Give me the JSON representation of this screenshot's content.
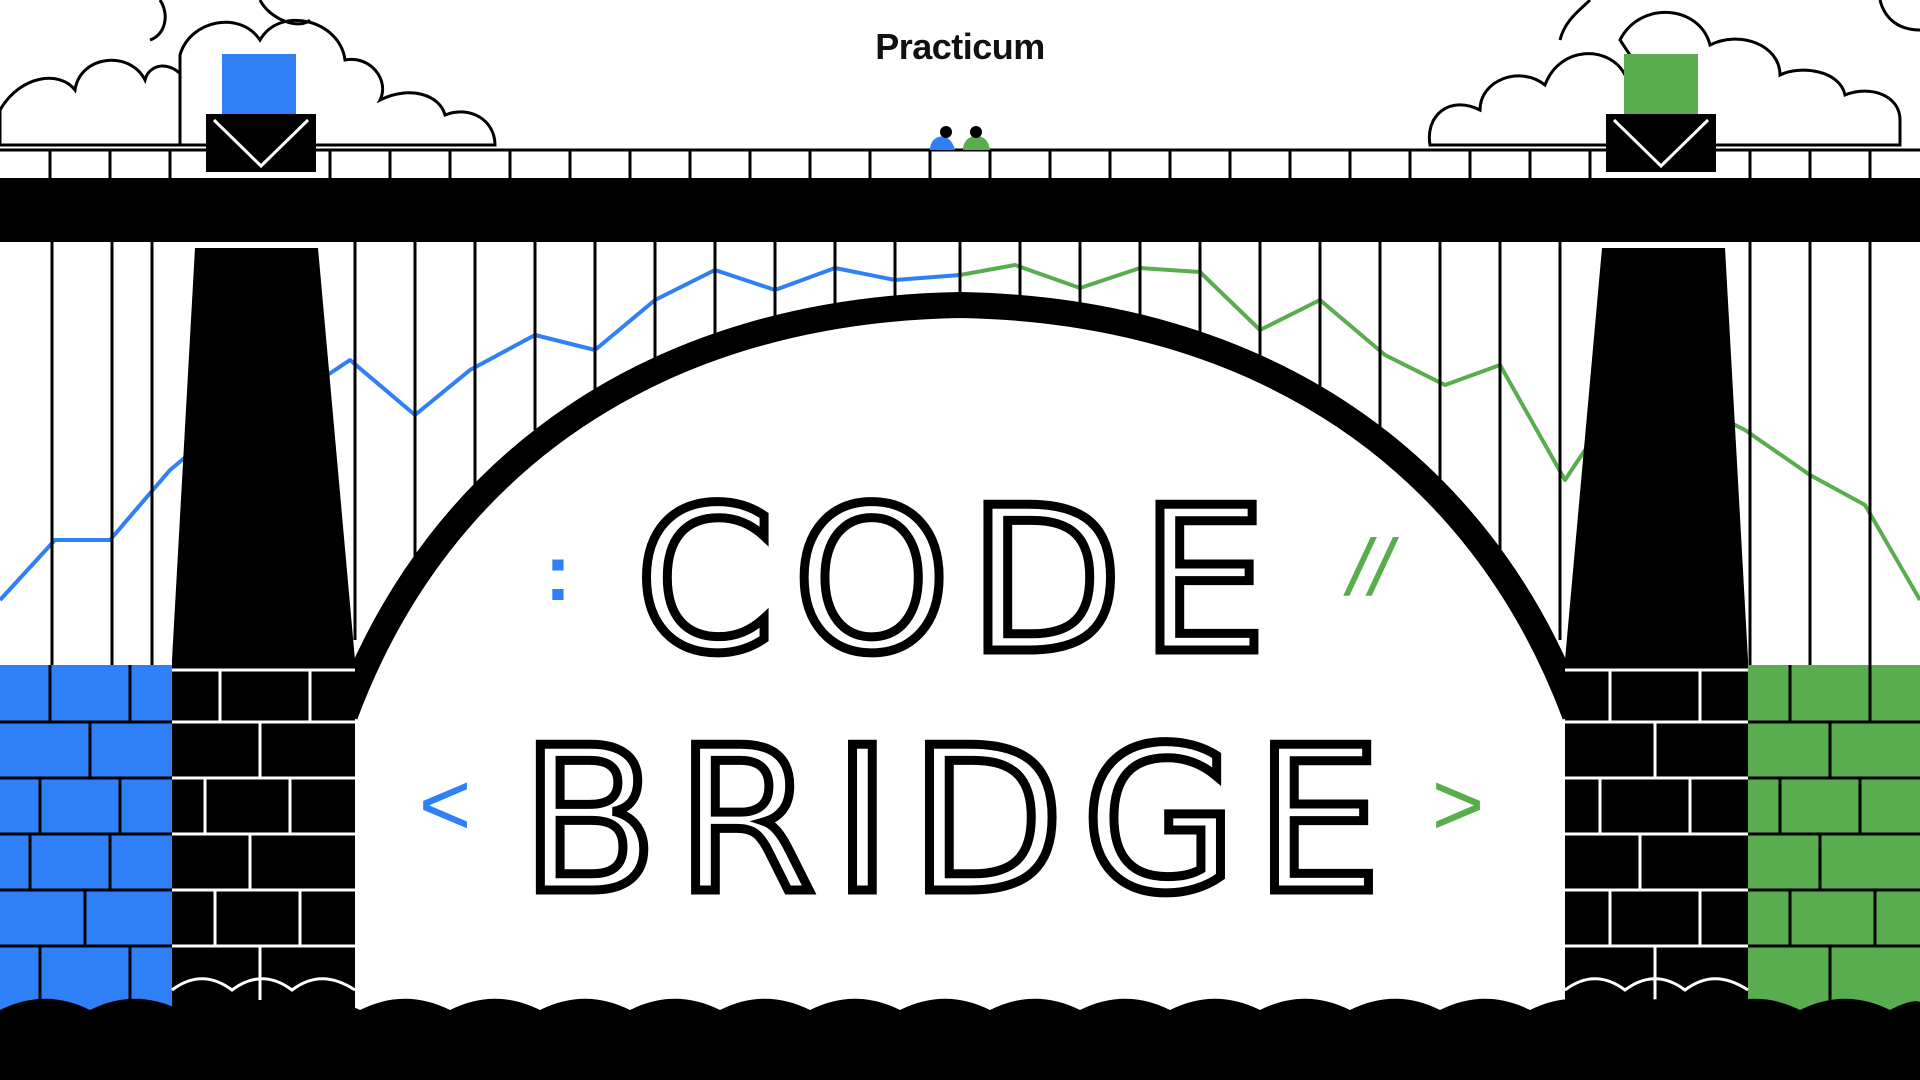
{
  "brand": {
    "name": "Practicum"
  },
  "title": {
    "line1": "CODE",
    "line2": "BRIDGE"
  },
  "decorations": {
    "left_marker": ":",
    "right_marker": "//",
    "left_bracket": "<",
    "right_bracket": ">"
  },
  "colors": {
    "blue": "#2f7ff7",
    "green": "#5aad4f",
    "black": "#000000",
    "white": "#ffffff"
  },
  "icons": [
    "cloud-icon",
    "person-icon",
    "wave-icon",
    "brick-wall-icon"
  ]
}
